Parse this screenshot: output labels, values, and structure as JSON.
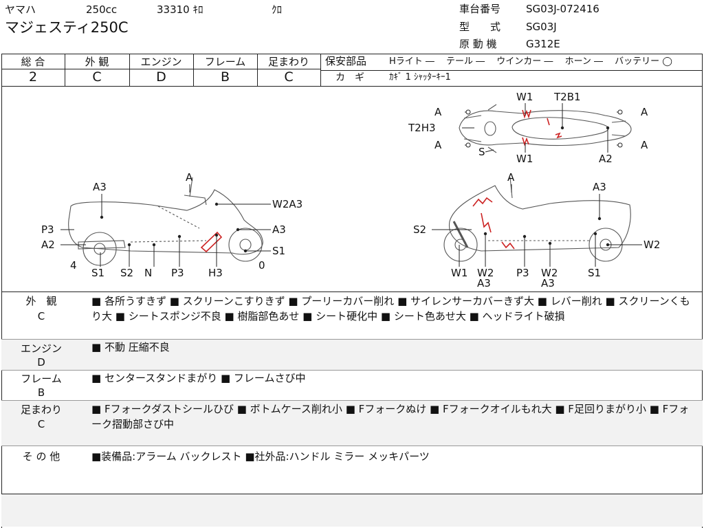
{
  "header": {
    "maker": "ヤマハ",
    "displacement": "250cc",
    "mileage": "33310 ｷﾛ",
    "color": "ｸﾛ",
    "model_name": "マジェスティ250C",
    "frame_no_label": "車台番号",
    "frame_no": "SG03J-072416",
    "type_label": "型　　式",
    "type": "SG03J",
    "engine_label": "原 動 機",
    "engine": "G312E"
  },
  "ratings": [
    {
      "label": "総 合",
      "value": "2"
    },
    {
      "label": "外 観",
      "value": "C"
    },
    {
      "label": "エンジン",
      "value": "D"
    },
    {
      "label": "フレーム",
      "value": "B"
    },
    {
      "label": "足まわり",
      "value": "C"
    }
  ],
  "safety": {
    "label": "保安部品",
    "items": "Hライト ―　 テール ―　 ウインカー ―　 ホーン ―　 バッテリー ◯",
    "key_label": "カ　ギ",
    "key": "ｶｷﾞ 1 ｼｬｯﾀｰｷｰ1"
  },
  "diagram": {
    "top": [
      "W1",
      "T2B1",
      "A",
      "A",
      "T2H3",
      "A",
      "A",
      "S",
      "W1",
      "A2"
    ],
    "left": [
      "A",
      "A3",
      "W2A3",
      "P3",
      "A3",
      "A2",
      "S1",
      "4",
      "0",
      "S1",
      "S2",
      "N",
      "P3",
      "H3"
    ],
    "right": [
      "A",
      "A3",
      "S2",
      "W2",
      "W1",
      "W2",
      "A3",
      "P3",
      "W2",
      "A3",
      "S1"
    ]
  },
  "sections": [
    {
      "label": "外　観",
      "grade": "C",
      "text": "■ 各所うすきず ■ スクリーンこすりきず ■ プーリーカバー削れ ■ サイレンサーカバーきず大 ■ レバー削れ ■ スクリーンくもり大 ■ シートスポンジ不良 ■ 樹脂部色あせ ■ シート硬化中 ■ シート色あせ大 ■ ヘッドライト破損"
    },
    {
      "label": "エンジン",
      "grade": "D",
      "text": "■ 不動 圧縮不良"
    },
    {
      "label": "フレーム",
      "grade": "B",
      "text": "■ センタースタンドまがり ■ フレームさび中"
    },
    {
      "label": "足まわり",
      "grade": "C",
      "text": "■ Fフォークダストシールひび ■ ボトムケース削れ小 ■ Fフォークぬけ ■ Fフォークオイルもれ大 ■ F足回りまがり小 ■ Fフォーク摺動部さび中"
    },
    {
      "label": "そ の 他",
      "grade": "",
      "text": "■装備品:アラーム バックレスト ■社外品:ハンドル ミラー メッキパーツ"
    }
  ],
  "colors": {
    "damage": "#cc2222",
    "line": "#222222",
    "band": "#f2f2f2"
  }
}
